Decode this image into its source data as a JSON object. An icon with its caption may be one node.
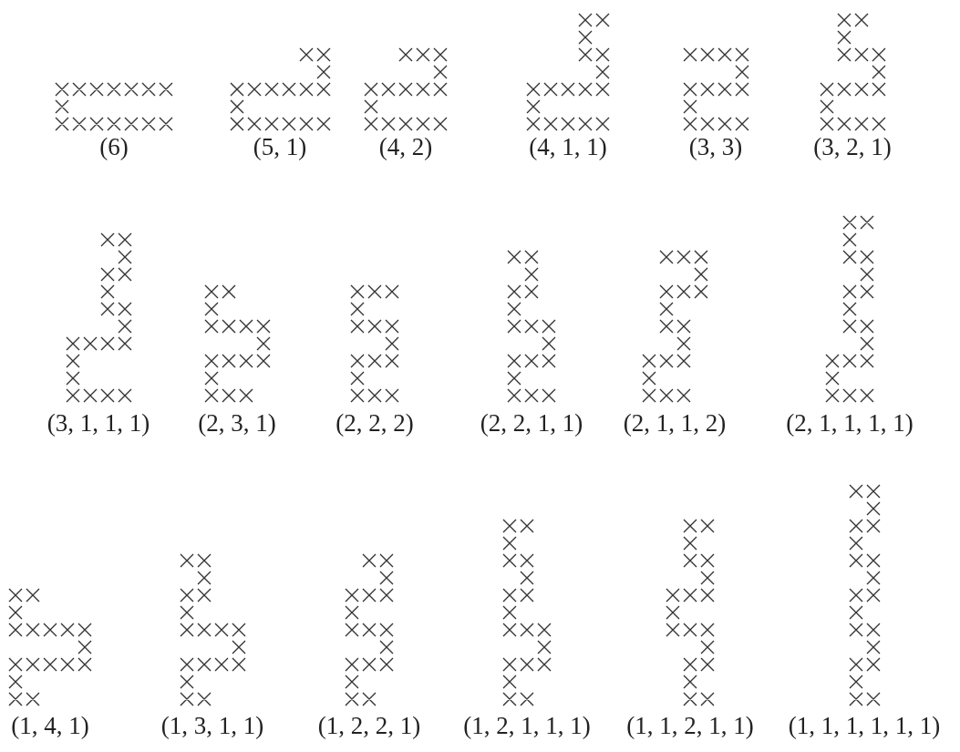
{
  "diagram": {
    "labels": [
      "(6)",
      "(5, 1)",
      "(4, 2)",
      "(4, 1, 1)",
      "(3, 3)",
      "(3, 2, 1)",
      "(3, 1, 1, 1)",
      "(2, 3, 1)",
      "(2, 2, 2)",
      "(2, 2, 1, 1)",
      "(2, 1, 1, 2)",
      "(2, 1, 1, 1, 1)",
      "(1, 4, 1)",
      "(1, 3, 1, 1)",
      "(1, 2, 2, 1)",
      "(1, 2, 1, 1, 1)",
      "(1, 1, 2, 1, 1)",
      "(1, 1, 1, 1, 1, 1)"
    ]
  }
}
